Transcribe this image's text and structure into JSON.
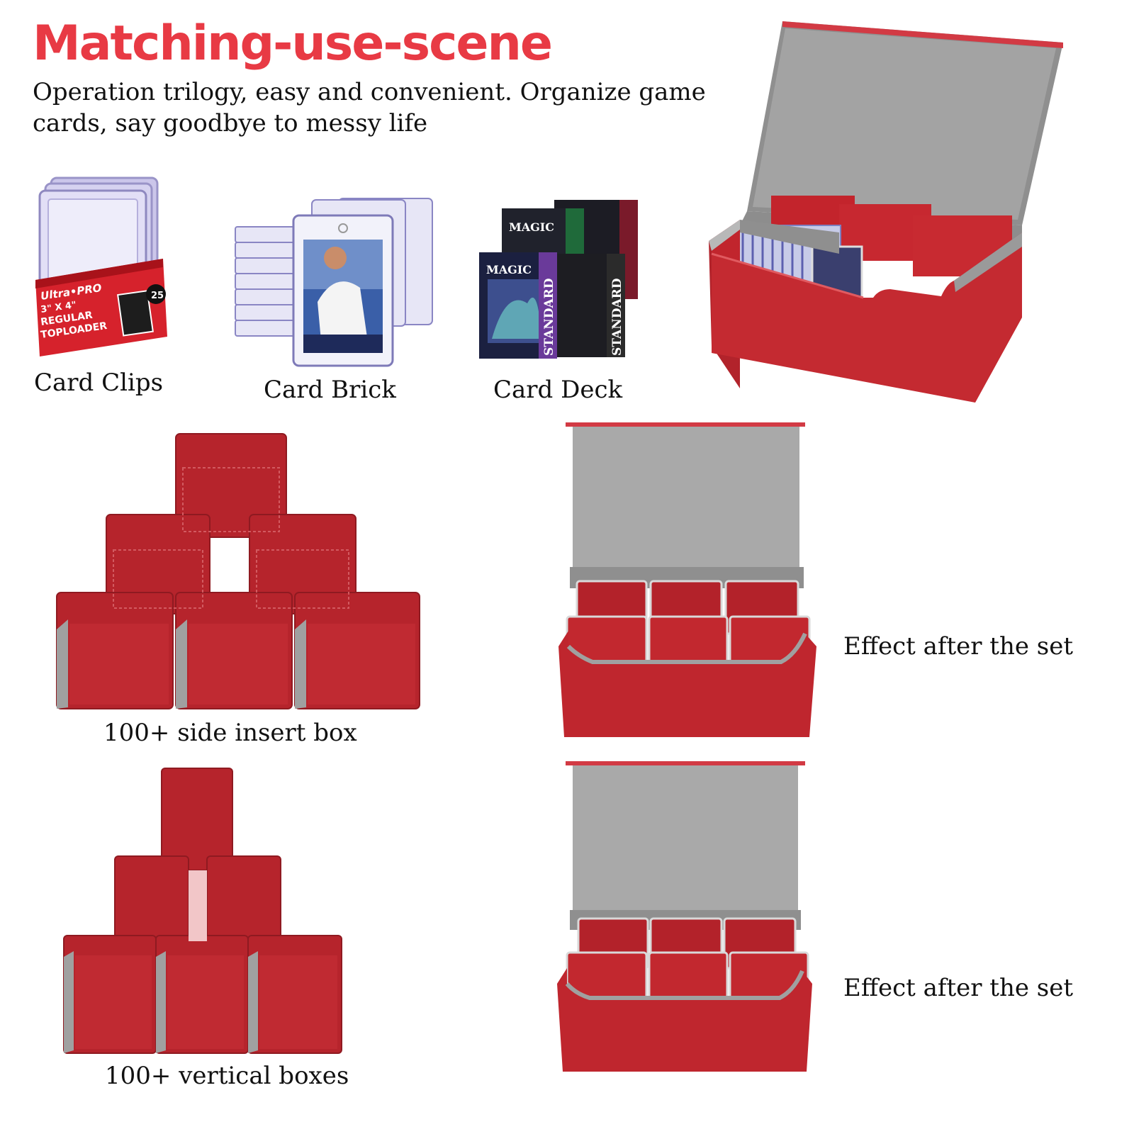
{
  "header": {
    "title": "Matching-use-scene",
    "subtitle": "Operation trilogy, easy and convenient. Organize game cards, say goodbye to messy life"
  },
  "products": [
    {
      "label": "Card Clips"
    },
    {
      "label": "Card Brick"
    },
    {
      "label": "Card Deck"
    }
  ],
  "toploader_pack": {
    "brand": "Ultra•PRO",
    "size": "3\" X 4\"",
    "line1": "REGULAR",
    "line2": "TOPLOADER",
    "count": "25"
  },
  "deck_box": {
    "brand": "MAGIC",
    "side": "STANDARD"
  },
  "storage": {
    "side_insert_label": "100+ side insert box",
    "vertical_label": "100+ vertical boxes",
    "effect_label_1": "Effect after the set",
    "effect_label_2": "Effect after the set"
  },
  "colors": {
    "accent_title": "#e83a44",
    "box_red": "#b8262e",
    "lining_gray": "#9c9c9c"
  }
}
